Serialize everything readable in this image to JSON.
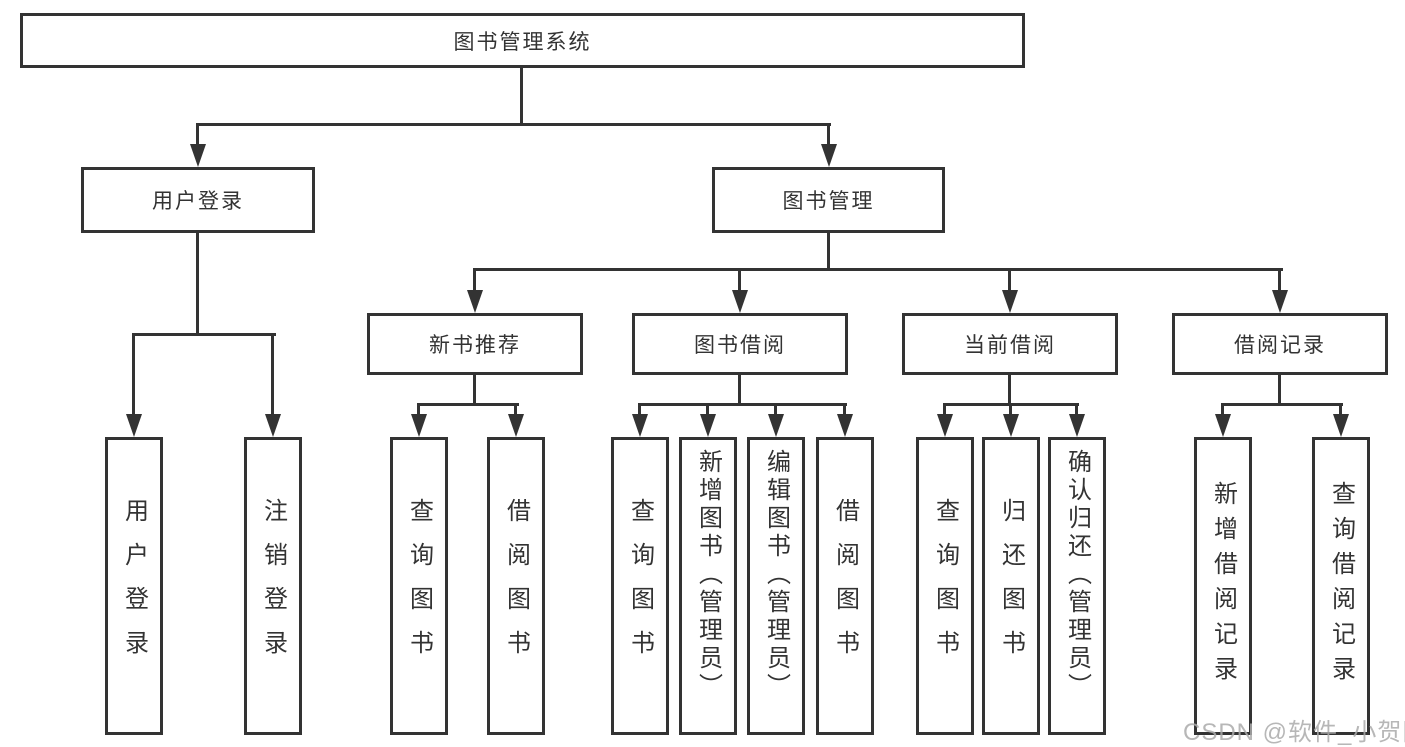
{
  "title": "图书管理系统",
  "colors": {
    "line": "#333333",
    "text": "#333333",
    "watermark": "#ababab",
    "background": "#ffffff"
  },
  "nodes": {
    "root": {
      "label": "图书管理系统"
    },
    "level2": [
      {
        "label": "用户登录"
      },
      {
        "label": "图书管理"
      }
    ],
    "level3": [
      {
        "label": "新书推荐"
      },
      {
        "label": "图书借阅"
      },
      {
        "label": "当前借阅"
      },
      {
        "label": "借阅记录"
      }
    ],
    "leaves": {
      "user_login": [
        {
          "label": "用户登录"
        },
        {
          "label": "注销登录"
        }
      ],
      "new_books": [
        {
          "label": "查询图书"
        },
        {
          "label": "借阅图书"
        }
      ],
      "book_borrow": [
        {
          "label": "查询图书"
        },
        {
          "label": "新增图书（管理员）"
        },
        {
          "label": "编辑图书（管理员）"
        },
        {
          "label": "借阅图书"
        }
      ],
      "current_borrow": [
        {
          "label": "查询图书"
        },
        {
          "label": "归还图书"
        },
        {
          "label": "确认归还（管理员）"
        }
      ],
      "borrow_records": [
        {
          "label": "新增借阅记录"
        },
        {
          "label": "查询借阅记录"
        }
      ]
    }
  },
  "watermark": "CSDN @软件_小贺同学"
}
